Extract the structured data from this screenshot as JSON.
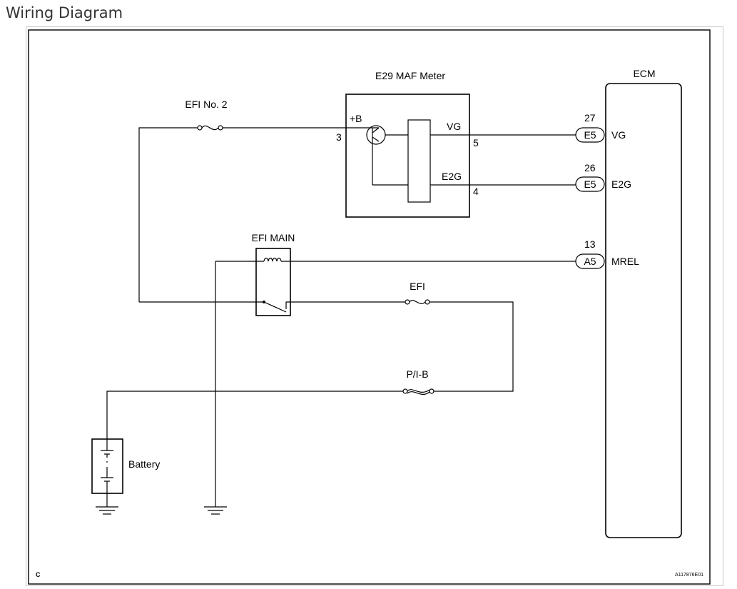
{
  "title": "Wiring Diagram",
  "components": {
    "maf_meter": "E29 MAF Meter",
    "ecm": "ECM",
    "efi_main": "EFI MAIN",
    "battery": "Battery"
  },
  "fuses": {
    "efi_no2": "EFI No. 2",
    "efi": "EFI",
    "pib": "P/I-B"
  },
  "maf_pins": {
    "plus_b_label": "+B",
    "plus_b_num": "3",
    "vg_label": "VG",
    "vg_num": "5",
    "e2g_label": "E2G",
    "e2g_num": "4"
  },
  "ecm_pins": [
    {
      "num": "27",
      "connector": "E5",
      "name": "VG"
    },
    {
      "num": "26",
      "connector": "E5",
      "name": "E2G"
    },
    {
      "num": "13",
      "connector": "A5",
      "name": "MREL"
    }
  ],
  "corner_left": "C",
  "corner_right": "A117876E01"
}
